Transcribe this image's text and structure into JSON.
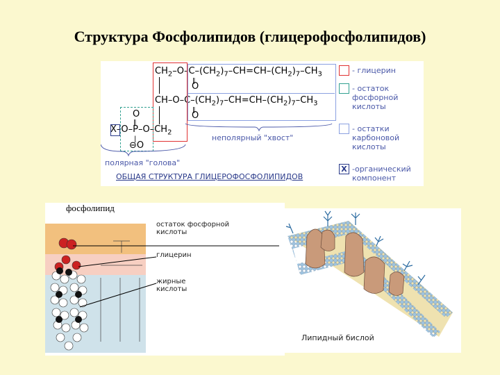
{
  "title": "Структура Фосфолипидов (глицерофосфолипидов)",
  "formula": {
    "row1": {
      "a": "CH",
      "a_sub": "2",
      "b": "–O–C–(CH",
      "b_sub": "2",
      "c": ")",
      "c_sub": "7",
      "d": "–CH=CH–(CH",
      "d_sub": "2",
      "e": ")",
      "e_sub": "7",
      "f": "–CH",
      "f_sub": "3"
    },
    "row2_o": "O",
    "row3": {
      "a": "CH–O–C–(CH",
      "a_sub": "2",
      "b": ")",
      "b_sub": "7",
      "c": "–CH=CH–(CH",
      "c_sub": "2",
      "d": ")",
      "d_sub": "7",
      "e": "–CH",
      "e_sub": "3"
    },
    "row4_o": "O",
    "phosphate_top_o": "O",
    "phosphate_row": "X–O–P–O–CH",
    "phosphate_row_sub": "2",
    "phosphate_bottom_o": "⊖O",
    "x_symbol": "X"
  },
  "captions": {
    "nonpolar_tail": "неполярный \"хвост\"",
    "polar_head": "полярная \"голова\"",
    "general_structure": "ОБЩАЯ СТРУКТУРА ГЛИЦЕРОФОСФОЛИПИДОВ"
  },
  "legend": [
    {
      "text": "- глицерин",
      "color": "#e03030"
    },
    {
      "text": "- остаток фосфорной кислоты",
      "color": "#30a090"
    },
    {
      "text": "- остатки карбоновой кислоты",
      "color": "#8aa0e0"
    },
    {
      "text": "-органический компонент",
      "color": "#2a3a8a",
      "symbol": "X"
    }
  ],
  "lower_left": {
    "heading": "фосфолипид",
    "phosphate_label": "остаток фосфорной кислоты",
    "glycerol_label": "глицерин",
    "fatty_label": "жирные кислоты"
  },
  "lower_right": {
    "caption": "Липидный бислой"
  },
  "colors": {
    "background": "#fbf8cf",
    "glycerol_box": "#e03030",
    "phosphate_box": "#30a090",
    "acid_box": "#8aa0e0",
    "caption_blue": "#4a58a8"
  }
}
